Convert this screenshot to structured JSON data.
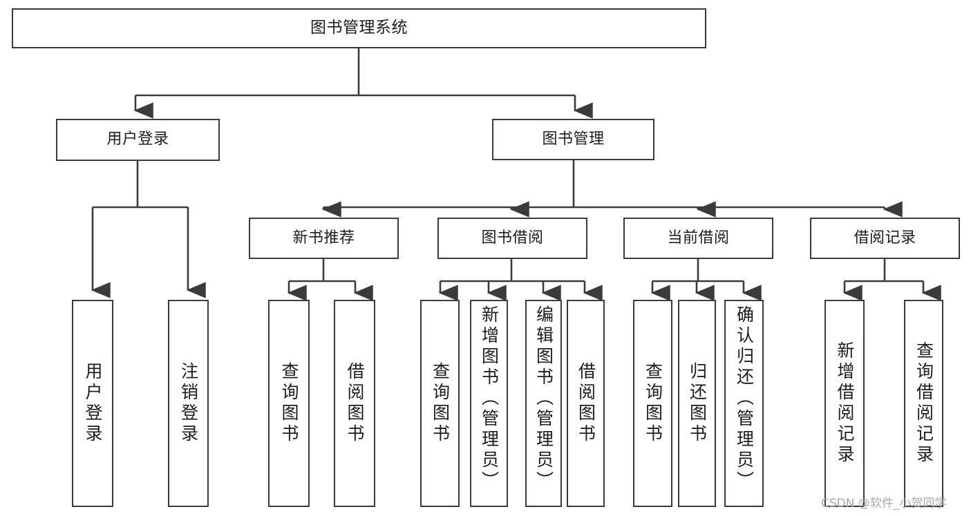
{
  "diagram": {
    "title": "图书管理系统",
    "type": "functional-structure-tree",
    "background_color": "#ffffff",
    "line_color": "#3b3b3b",
    "text_color": "#1d1d1d"
  },
  "nodes": {
    "root": {
      "label": "图书管理系统"
    },
    "level1": [
      {
        "label": "用户登录"
      },
      {
        "label": "图书管理"
      }
    ],
    "level2": [
      {
        "label": "新书推荐"
      },
      {
        "label": "图书借阅"
      },
      {
        "label": "当前借阅"
      },
      {
        "label": "借阅记录"
      }
    ],
    "leaves": {
      "user_login": [
        {
          "label": "用户登录"
        },
        {
          "label": "注销登录"
        }
      ],
      "new_book_recommend": [
        {
          "label": "查询图书"
        },
        {
          "label": "借阅图书"
        }
      ],
      "book_borrow": [
        {
          "label": "查询图书"
        },
        {
          "label": "新增图书（管理员）"
        },
        {
          "label": "编辑图书（管理员）"
        },
        {
          "label": "借阅图书"
        }
      ],
      "current_borrow": [
        {
          "label": "查询图书"
        },
        {
          "label": "归还图书"
        },
        {
          "label": "确认归还（管理员）"
        }
      ],
      "borrow_record": [
        {
          "label": "新增借阅记录"
        },
        {
          "label": "查询借阅记录"
        }
      ]
    }
  },
  "watermark": {
    "text": "CSDN @软件_小贺同学"
  }
}
